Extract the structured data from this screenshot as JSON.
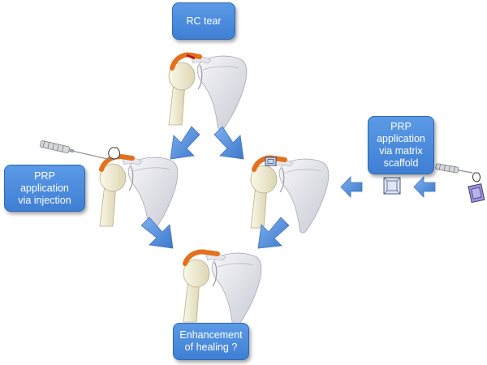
{
  "colors": {
    "box_fill": "#4a8be0",
    "arrow_fill": "#5a95dc",
    "tendon": "#e3701c",
    "tear": "#b31919",
    "bone": "#f3eed2",
    "scapula": "#ececf2",
    "scaffold": "#8a8fd0"
  },
  "icons": {
    "syringe": "syringe-icon",
    "scaffold": "scaffold-matrix-icon",
    "shoulder": "shoulder-joint-icon"
  },
  "boxes": {
    "rc_tear": [
      "RC tear"
    ],
    "injection": [
      "PRP",
      "application",
      "via injection"
    ],
    "matrix": [
      "PRP",
      "application",
      "via matrix",
      "scaffold"
    ],
    "healing": [
      "Enhancement",
      "of healing ?"
    ]
  }
}
